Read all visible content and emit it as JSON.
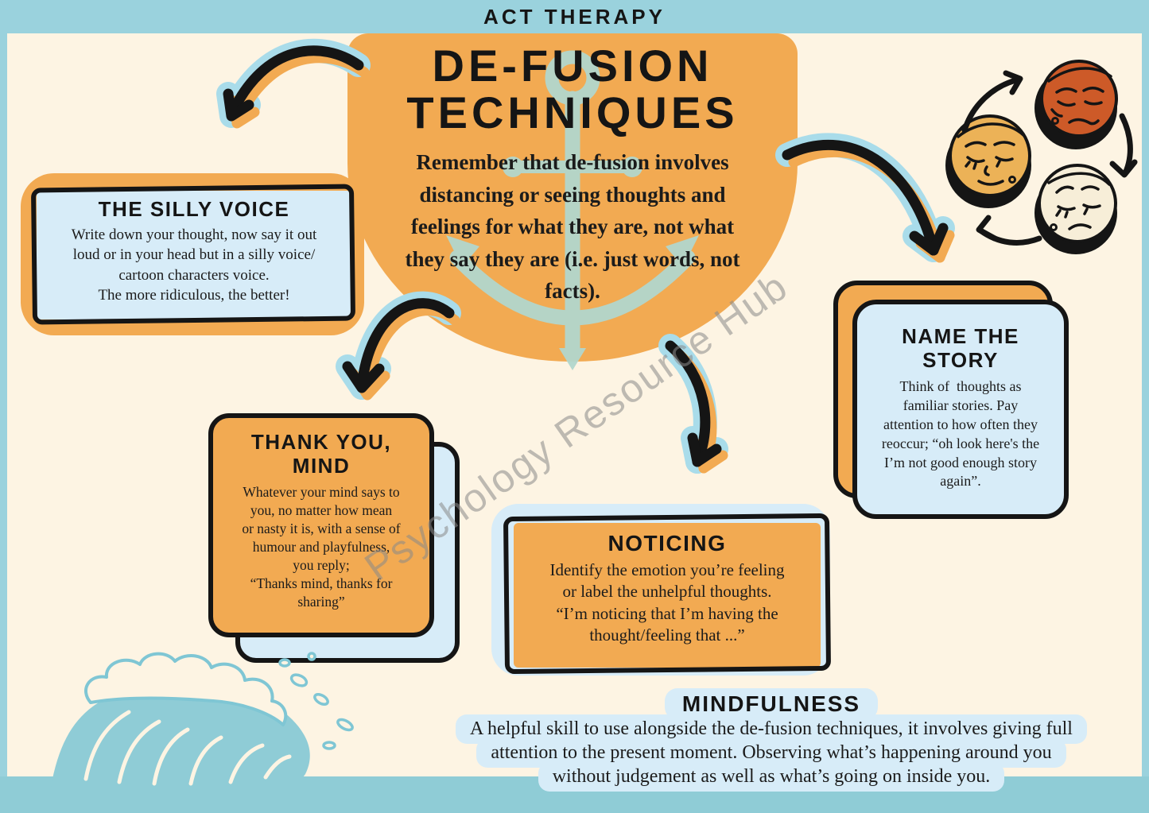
{
  "header": {
    "kicker": "ACT THERAPY"
  },
  "hub": {
    "title": "DE-FUSION\nTECHNIQUES",
    "body": "Remember that de-fusion involves\ndistancing or seeing thoughts and\nfeelings for what they are, not what\nthey say they are (i.e. just words, not\nfacts).",
    "icon": "anchor-icon"
  },
  "cards": {
    "silly_voice": {
      "title": "THE SILLY VOICE",
      "body": "Write down your thought, now say it out\nloud or in your head but in a silly voice/\ncartoon characters voice.\nThe more ridiculous, the better!"
    },
    "thank_you_mind": {
      "title": "THANK YOU,\nMIND",
      "body": "Whatever your mind says to\nyou, no matter how mean\nor nasty it is, with a sense of\nhumour and playfulness,\nyou reply;\n“Thanks mind, thanks for\nsharing”"
    },
    "noticing": {
      "title": "NOTICING",
      "body": "Identify the emotion you’re feeling\nor label the unhelpful thoughts.\n“I’m noticing that I’m having the\nthought/feeling that ...”"
    },
    "name_the_story": {
      "title": "NAME THE\nSTORY",
      "body": "Think of  thoughts as\nfamiliar stories. Pay\nattention to how often they\nreoccur; “oh look here's the\nI’m not good enough story\nagain”."
    }
  },
  "mindfulness": {
    "title": "MINDFULNESS",
    "lines": [
      "A helpful skill to use alongside the de-fusion techniques, it involves giving full",
      "attention to the present moment. Observing what’s happening around you",
      "without judgement as well as what’s going on inside you."
    ]
  },
  "watermark": "Psychology Resource Hub",
  "icons": {
    "hub_icon": "anchor-icon",
    "bottom_left_illustration": "wave-icon",
    "connectors": "curved-arrow-icon",
    "emotion_cycle": [
      "angry-face-icon",
      "calm-face-icon",
      "sad-face-icon",
      "cycle-arrow-icon"
    ]
  },
  "colors": {
    "frame_blue": "#9ad2dd",
    "background_cream": "#fdf4e3",
    "accent_orange": "#f2aa52",
    "panel_light_blue": "#d7ecf8",
    "sea_teal": "#8fccd6",
    "anchor_teal": "#b2d7cd",
    "ink_black": "#151515",
    "watermark_gray": "#8a8a8a",
    "face_angry": "#cd5a28",
    "face_calm": "#ecb257",
    "face_sad": "#f7eed8"
  }
}
